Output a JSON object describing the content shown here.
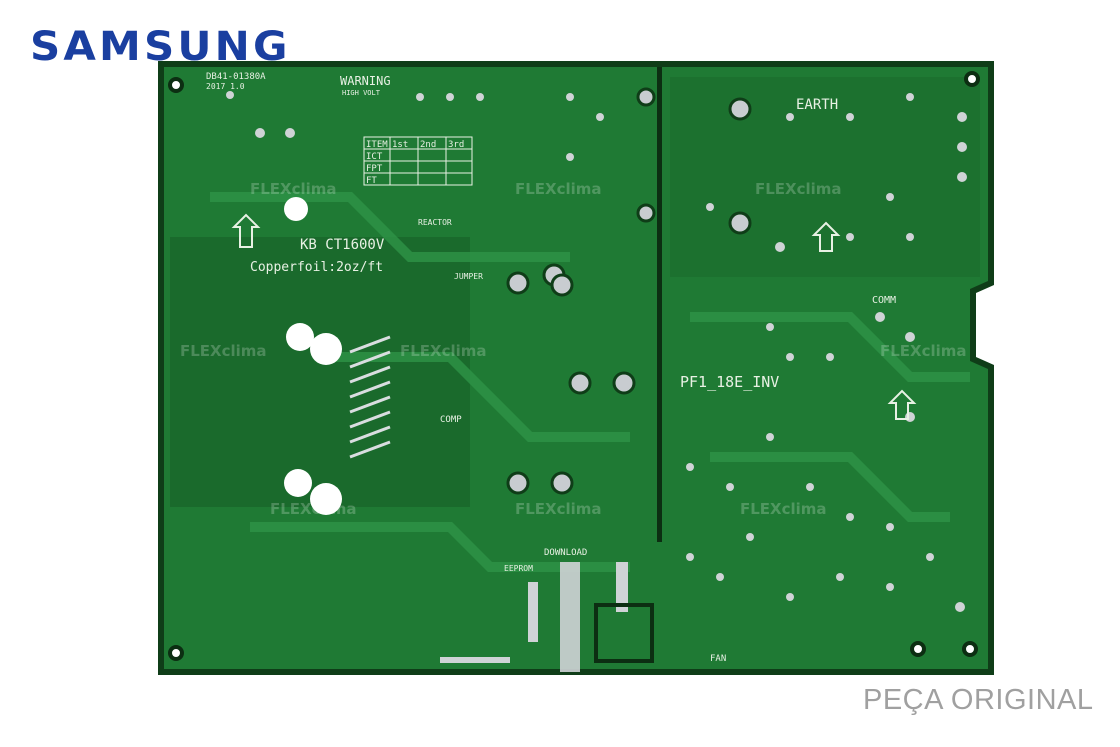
{
  "brand": {
    "logo_text": "SAMSUNG",
    "color": "#1a3fa0"
  },
  "footer": {
    "label": "PEÇA ORIGINAL",
    "color": "#a0a0a0"
  },
  "watermark": {
    "text": "FLEXclima"
  },
  "board": {
    "part_number": "DB41-01380A",
    "year": "2017 1.0",
    "warning": "WARNING",
    "warning_sub": "HIGH VOLT",
    "model_text": "KB CT1600V",
    "copperfoil": "Copperfoil:2oz/ft",
    "inv_label": "PF1_18E_INV",
    "earth": "EARTH",
    "comm": "COMM",
    "comp": "COMP",
    "reactor": "REACTOR",
    "jumper": "JUMPER",
    "download": "DOWNLOAD",
    "eeprom": "EEPROM",
    "fan": "FAN",
    "table_headers": [
      "ITEM",
      "1st",
      "2nd",
      "3rd"
    ],
    "table_rows": [
      "ICT",
      "FPT",
      "FT"
    ],
    "colors": {
      "pcb": "#1f7a34",
      "pcb_dark": "#12501f",
      "trace": "#2e9447",
      "silk": "#e8f1e4",
      "pad": "#c8ccd0"
    }
  }
}
